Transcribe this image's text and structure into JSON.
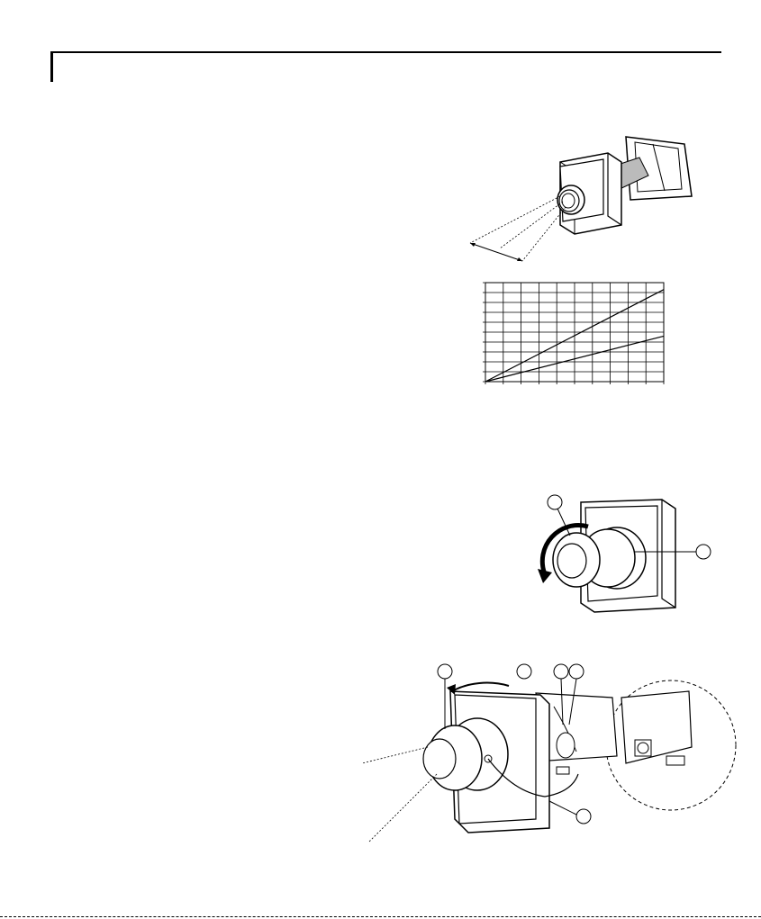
{
  "page": {
    "header_title": "",
    "figures": [
      {
        "name": "camera-mounted-on-bracket"
      },
      {
        "name": "focal-distance-graph"
      },
      {
        "name": "lens-rotation-diagram"
      },
      {
        "name": "lens-and-connector-diagram"
      }
    ]
  },
  "chart_data": {
    "type": "line",
    "title": "",
    "xlabel": "",
    "ylabel": "",
    "grid": true,
    "xlim": [
      0,
      10
    ],
    "ylim": [
      0,
      10
    ],
    "series": [
      {
        "x": [
          0,
          10
        ],
        "y": [
          0,
          9.3
        ]
      },
      {
        "x": [
          0,
          10
        ],
        "y": [
          0,
          4.6
        ]
      }
    ]
  }
}
